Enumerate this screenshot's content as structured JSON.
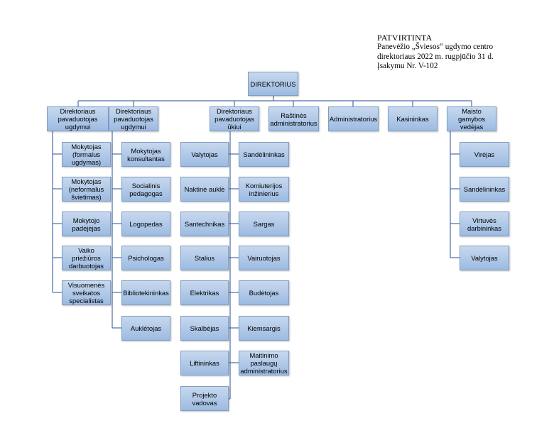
{
  "approval": {
    "title": "PATVIRTINTA",
    "line1": "Panevėžio „Šviesos“  ugdymo centro",
    "line2": "direktoriaus 2022 m. rugpjūčio 31 d.",
    "line3": "Įsakymu Nr. V-102"
  },
  "org": {
    "director": "DIREKTORIUS",
    "heads": {
      "deputy_formal": "Direktoriaus pavaduotojas ugdymui",
      "deputy_support": "Direktoriaus pavaduotojas ugdymui",
      "deputy_economy": "Direktoriaus pavaduotojas ūkiui",
      "office_admin": "Raštinės administratorius",
      "administrator": "Administratorius",
      "cashier": "Kasininkas",
      "food_head": "Maisto gamybos vedėjas"
    },
    "col1": [
      "Mokytojas (formalus ugdymas)",
      "Mokytojas (neformalus švietimas)",
      "Mokytojo padėjėjas",
      "Vaiko priežiūros darbuotojas",
      "Visuomenės sveikatos specialistas"
    ],
    "col2": [
      "Mokytojas konsultantas",
      "Socialinis pedagogas",
      "Logopedas",
      "Psichologas",
      "Bibliotekininkas",
      "Auklėtojas"
    ],
    "col3_left": [
      "Valytojas",
      "Naktinė auklė",
      "Santechnikas",
      "Stalius",
      "Elektrikas",
      "Skalbėjas",
      "Liftininkas",
      "Projekto vadovas"
    ],
    "col3_right": [
      "Sandėlininkas",
      "Komiuterijos inžinierius",
      "Sargas",
      "Vairuotojas",
      "Budėtojas",
      "Kiemsargis",
      "Maitinimo paslaugų administratorius"
    ],
    "col4": [
      "Virėjas",
      "Sandėlininkas",
      "Virtuvės darbininkas",
      "Valytojas"
    ]
  },
  "colors": {
    "box_top": "#c7d8ee",
    "box_bottom": "#9cbbe2",
    "box_border": "#7f9dc4",
    "connector": "#4a6fa5"
  }
}
